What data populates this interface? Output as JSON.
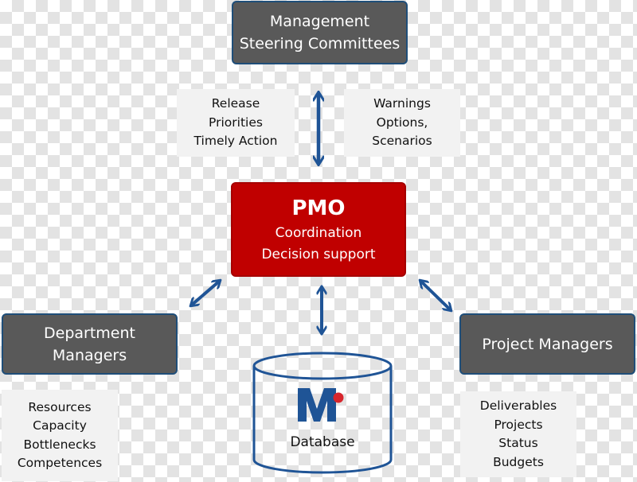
{
  "top": {
    "lines": [
      "Management",
      "Steering Committees"
    ]
  },
  "note_top_left": {
    "lines": [
      "Release",
      "Priorities",
      "Timely Action"
    ]
  },
  "note_top_right": {
    "lines": [
      "Warnings",
      "Options,",
      "Scenarios"
    ]
  },
  "pmo": {
    "title": "PMO",
    "lines": [
      "Coordination",
      "Decision support"
    ]
  },
  "left": {
    "lines": [
      "Department",
      "Managers"
    ]
  },
  "right": {
    "lines": [
      "Project Managers"
    ]
  },
  "database": {
    "label": "Database",
    "logo_letter": "M"
  },
  "note_bottom_left": {
    "lines": [
      "Resources",
      "Capacity",
      "Bottlenecks",
      "Competences"
    ]
  },
  "note_bottom_right": {
    "lines": [
      "Deliverables",
      "Projects",
      "Status",
      "Budgets"
    ]
  },
  "colors": {
    "arrow": "#1f5496",
    "pmo": "#c00000",
    "box": "#595959",
    "logo_dot": "#d7262d"
  }
}
